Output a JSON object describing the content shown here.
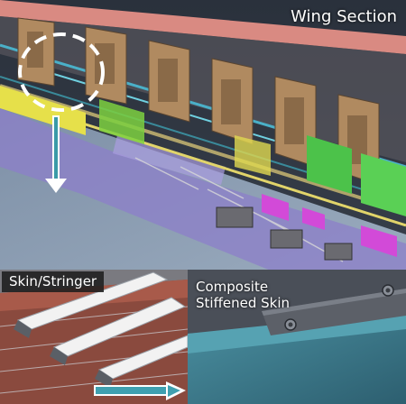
{
  "header": {
    "title": "Wing Section"
  },
  "insets": {
    "skin_stringer": {
      "label": "Skin/Stringer"
    },
    "composite": {
      "line1": "Composite",
      "line2": "Stiffened Skin"
    }
  }
}
